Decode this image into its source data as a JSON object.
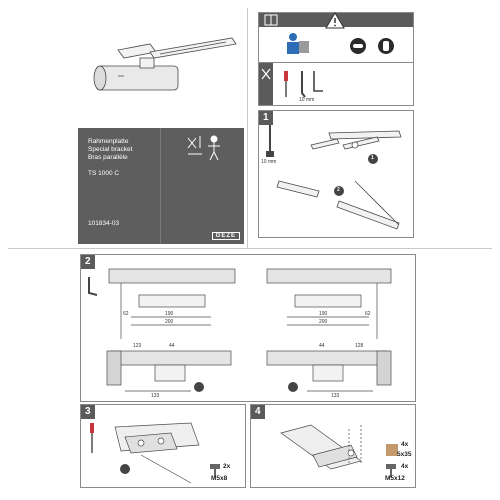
{
  "cover": {
    "title_de": "Rahmenplatte",
    "title_en": "Special bracket",
    "title_fr": "Bras parallèle",
    "model": "TS 1000 C",
    "doc_number": "101834-03",
    "brand": "GEZE"
  },
  "tools": {
    "size_label": "10 mm"
  },
  "step1": {
    "number": "1",
    "size_label": "10 mm",
    "callouts": [
      "1",
      "2"
    ]
  },
  "step2": {
    "number": "2",
    "left_dims": [
      "62",
      "190",
      "200",
      "123",
      "44",
      "133"
    ],
    "right_dims": [
      "62",
      "190",
      "200",
      "128",
      "44",
      "133"
    ]
  },
  "step3": {
    "number": "3",
    "qty": "2x",
    "screw": "M5x8"
  },
  "step4": {
    "number": "4",
    "qty_a": "4x",
    "screw_a": "5x35",
    "qty_b": "4x",
    "screw_b": "M5x12"
  },
  "colors": {
    "header": "#5b5b5b",
    "panel_border": "#8a8a8a",
    "drawing": "#4a4a4a"
  }
}
